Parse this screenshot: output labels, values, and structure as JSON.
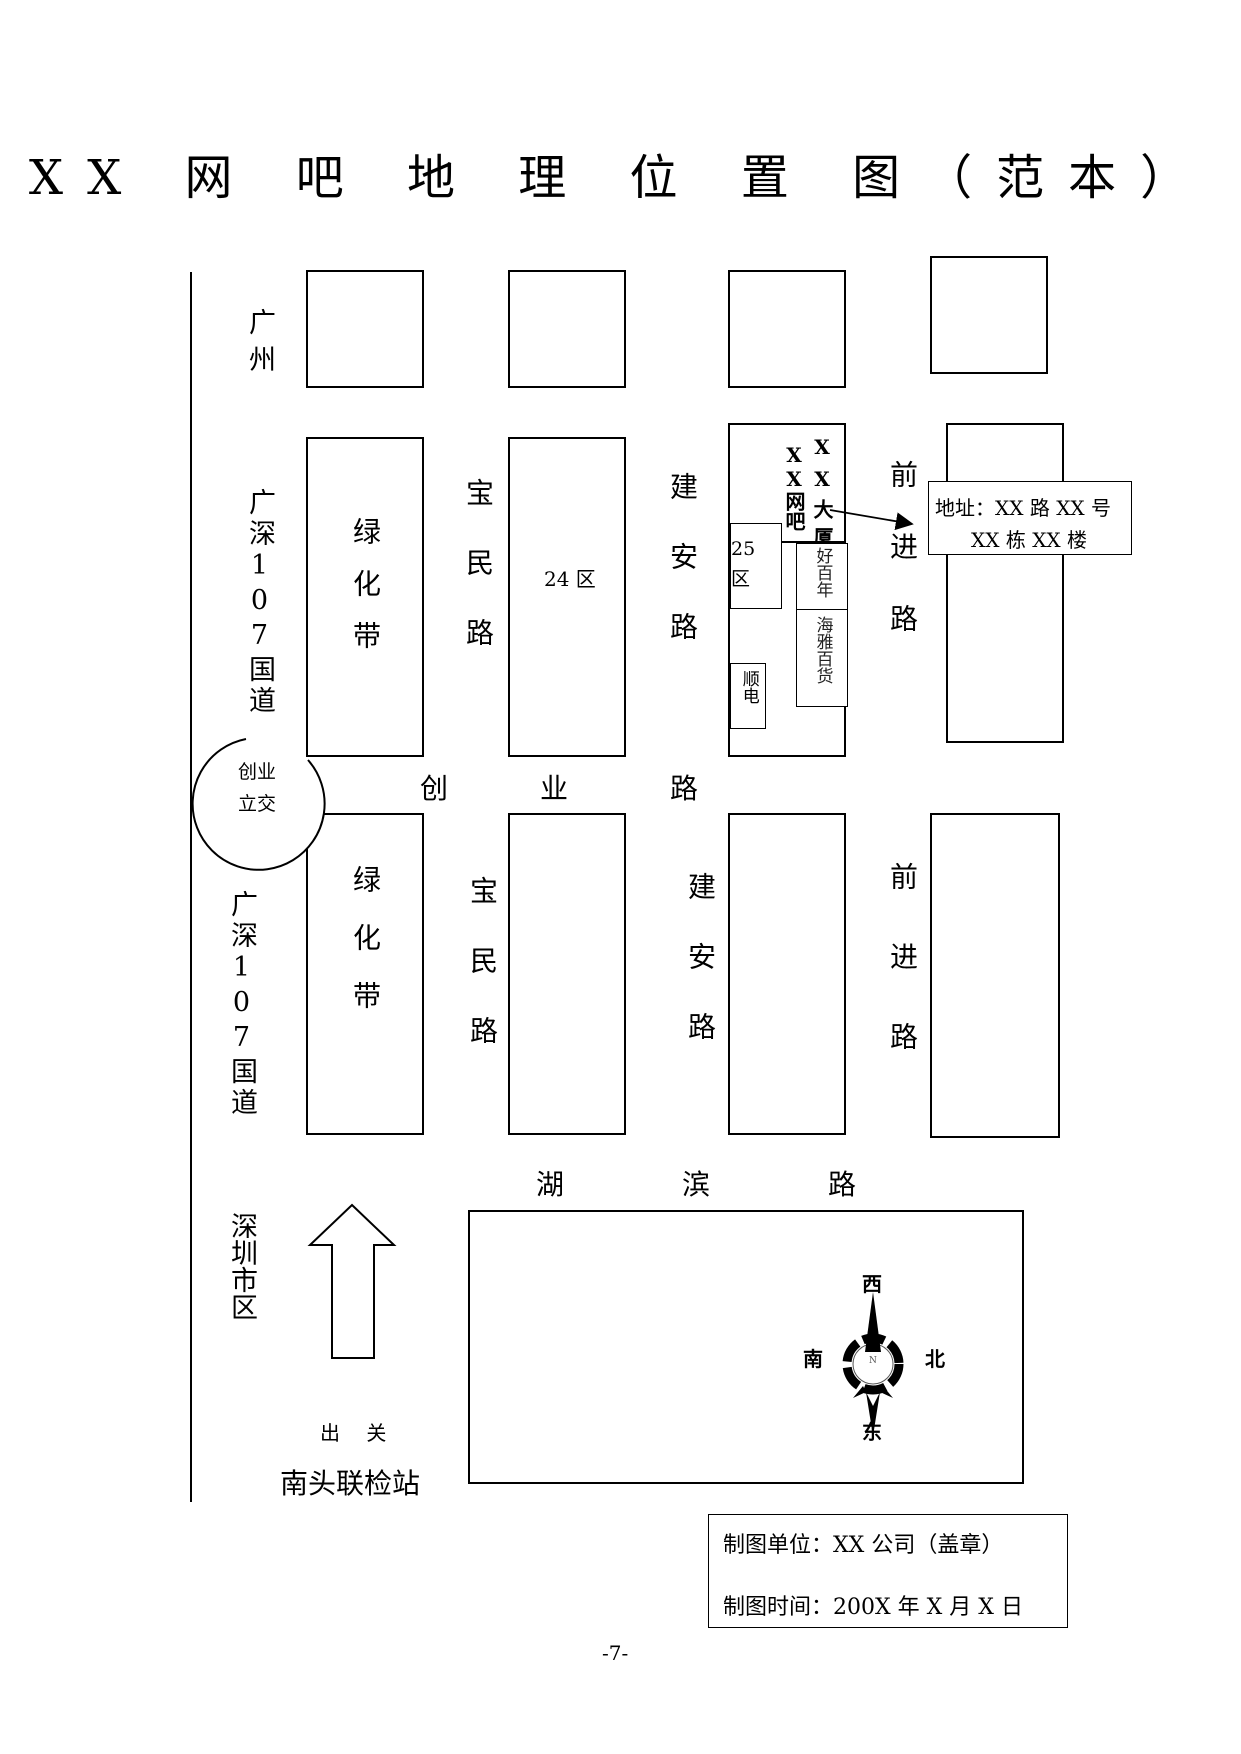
{
  "title": "XX 网 吧 地 理 位 置 图（范本）",
  "highway": {
    "guangzhou": "广州",
    "upper": "广深107国道",
    "lower": "广深107国道",
    "shenzhen": "深圳市区"
  },
  "interchange": "创业立交",
  "greenbelt": "绿化带",
  "roads": {
    "baomin": "宝民路",
    "jianan": "建安路",
    "qianjin": "前进路",
    "chuangye": [
      "创",
      "业",
      "路"
    ],
    "hubin": [
      "湖",
      "滨",
      "路"
    ]
  },
  "blocks": {
    "zone24": "24 区",
    "zone25": "25区",
    "building": "XX大厦",
    "netcafe": "XX网吧",
    "haobainian": "好百年",
    "haiya": "海雅百货",
    "shundian": "顺电"
  },
  "address": {
    "line1": "地址：XX 路 XX 号",
    "line2": "XX 栋 XX 楼"
  },
  "exit": {
    "label": "出 关",
    "station": "南头联检站"
  },
  "compass": {
    "top": "西",
    "bottom": "东",
    "left": "南",
    "right": "北",
    "center": "N"
  },
  "footer": {
    "unit": "制图单位：XX 公司（盖章）",
    "time": "制图时间：200X 年 X 月 X 日"
  },
  "page_number": "-7-"
}
